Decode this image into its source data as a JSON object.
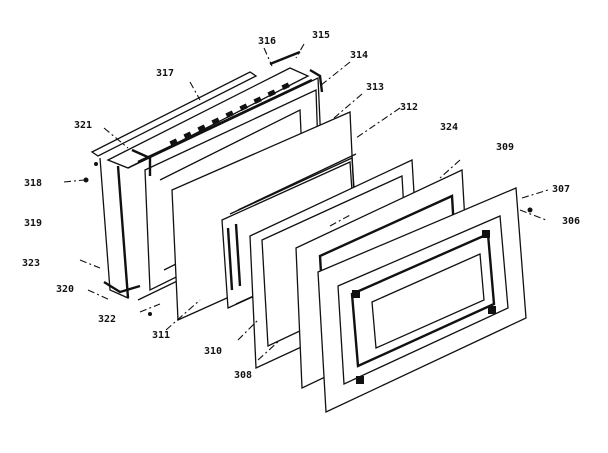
{
  "diagram": {
    "callouts": [
      "316",
      "315",
      "317",
      "314",
      "313",
      "312",
      "321",
      "324",
      "309",
      "318",
      "307",
      "319",
      "306",
      "323",
      "320",
      "322",
      "311",
      "310",
      "308"
    ]
  }
}
